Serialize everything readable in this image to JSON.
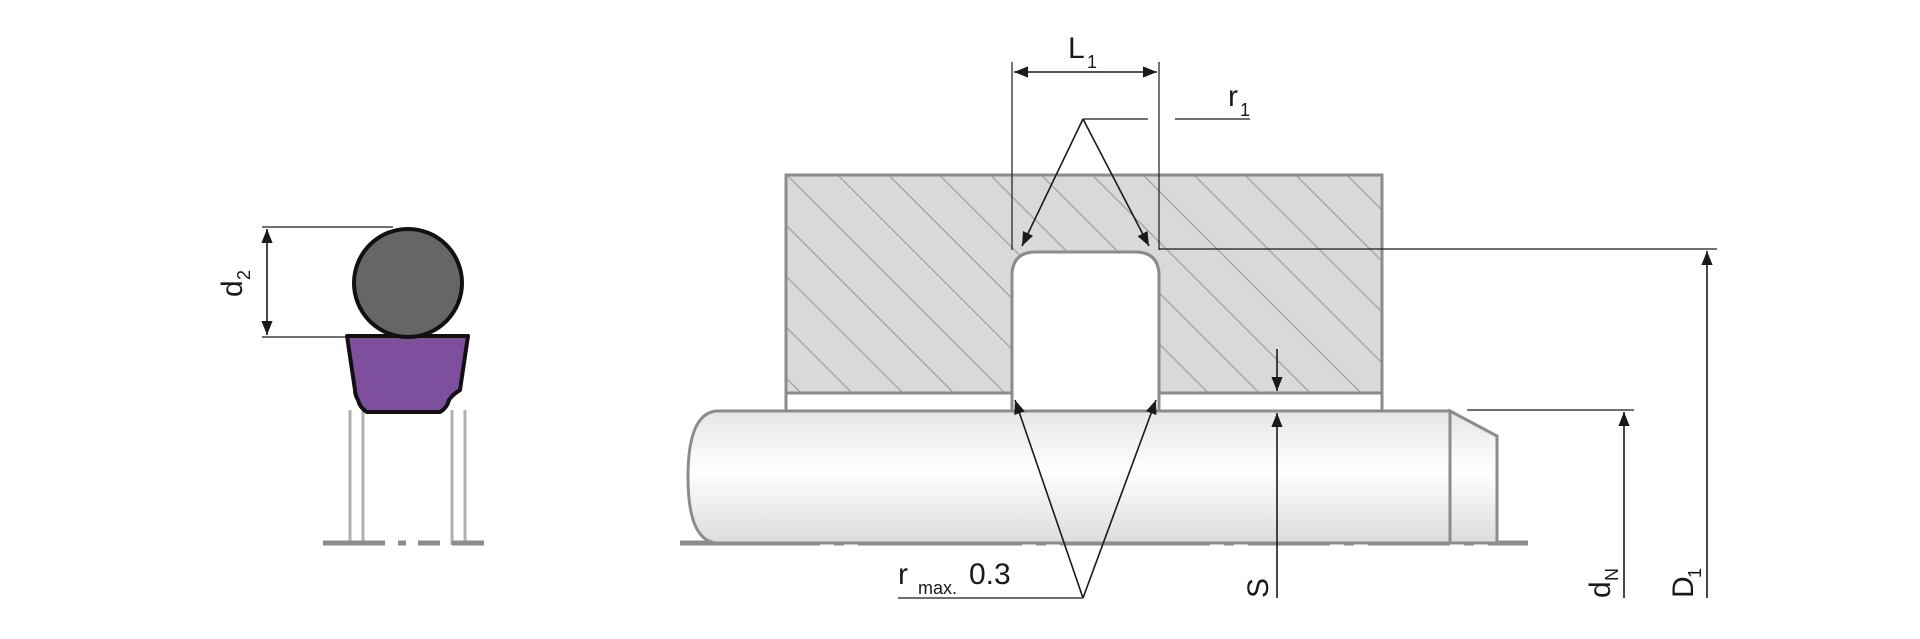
{
  "labels": {
    "L": "L",
    "L_sub": "1",
    "r": "r",
    "r_sub": "1",
    "d": "d",
    "d_sub": "2",
    "rmax": "r",
    "rmax_sub": "max.",
    "rmax_value": "0.3",
    "S": "S",
    "dN": "d",
    "dN_sub": "N",
    "D": "D",
    "D_sub": "1"
  },
  "colors": {
    "housing_fill": "#d9d9d9",
    "hatch": "#9a9a9a",
    "outline": "#8c8c8c",
    "oring": "#666666",
    "ring": "#7e4f9d",
    "dim": "#1a1a1a"
  }
}
